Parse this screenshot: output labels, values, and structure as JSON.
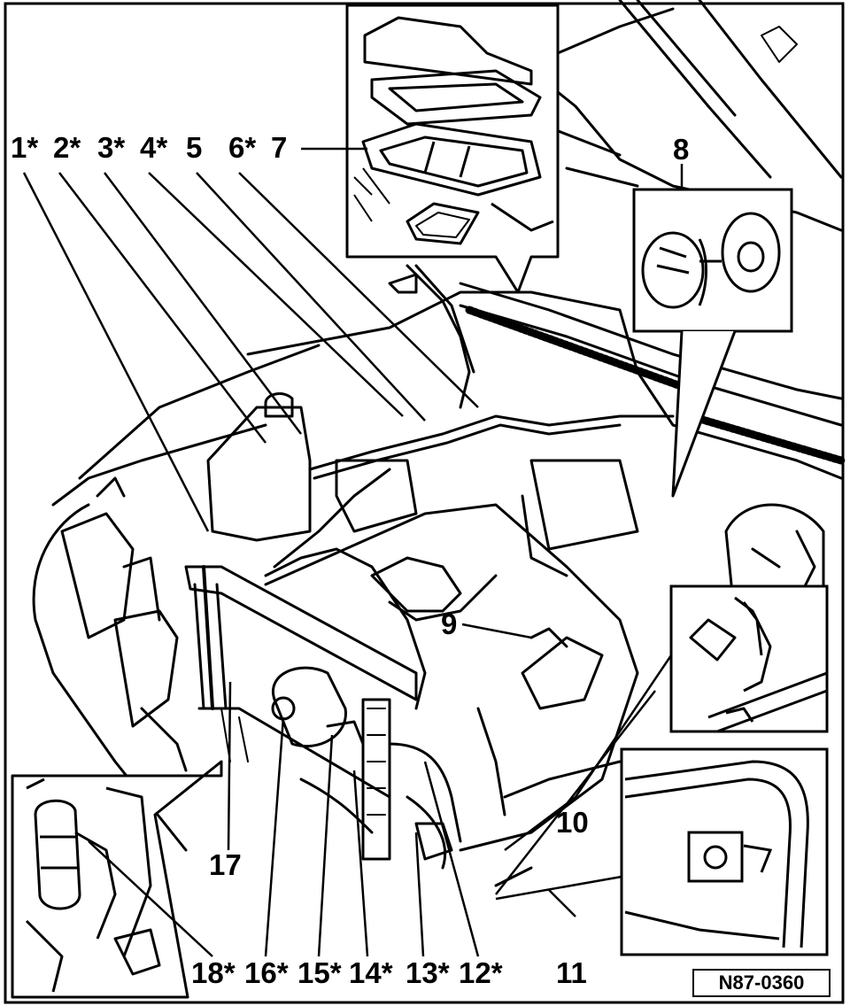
{
  "labels": {
    "l1": "1*",
    "l2": "2*",
    "l3": "3*",
    "l4": "4*",
    "l5": "5",
    "l6": "6*",
    "l7": "7",
    "l8": "8",
    "l9": "9",
    "l10": "10",
    "l11": "11",
    "l12": "12*",
    "l13": "13*",
    "l14": "14*",
    "l15": "15*",
    "l16": "16*",
    "l17": "17",
    "l18": "18*"
  },
  "figure_code": "N87-0360"
}
